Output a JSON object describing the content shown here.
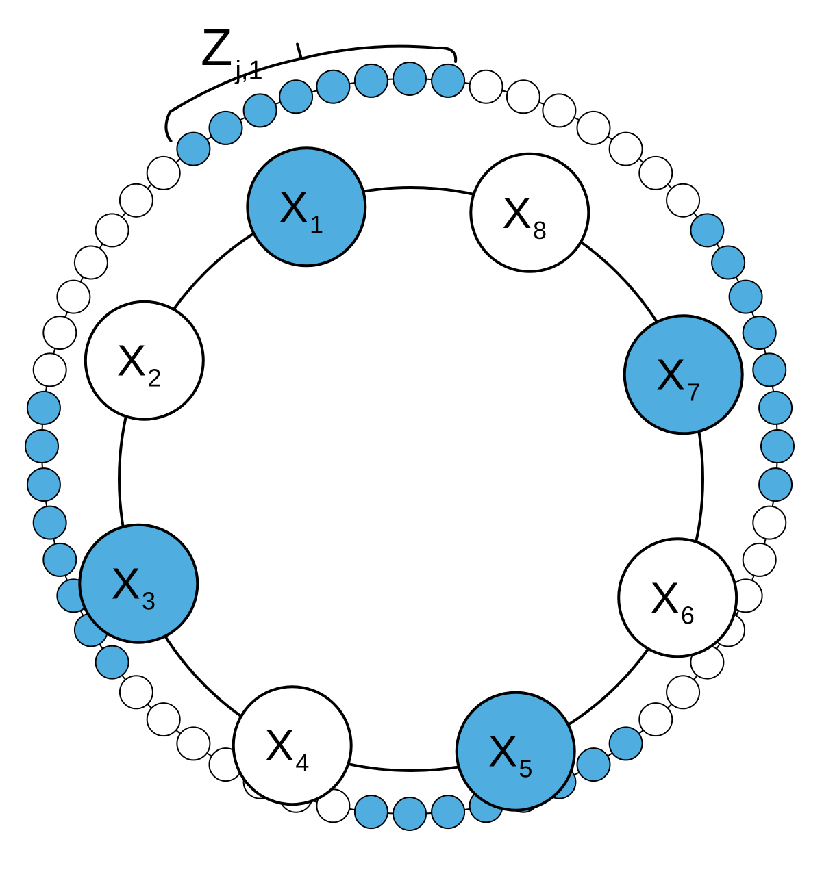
{
  "colors": {
    "filled": "#4FADE0",
    "empty": "#FFFFFF",
    "stroke": "#000000",
    "background": "#FFFFFF"
  },
  "brace": {
    "label_main": "Z",
    "label_sub": "j,1"
  },
  "inner_nodes": [
    {
      "main": "X",
      "sub": "1",
      "filled": true
    },
    {
      "main": "X",
      "sub": "2",
      "filled": false
    },
    {
      "main": "X",
      "sub": "3",
      "filled": true
    },
    {
      "main": "X",
      "sub": "4",
      "filled": false
    },
    {
      "main": "X",
      "sub": "5",
      "filled": true
    },
    {
      "main": "X",
      "sub": "6",
      "filled": false
    },
    {
      "main": "X",
      "sub": "7",
      "filled": true
    },
    {
      "main": "X",
      "sub": "8",
      "filled": false
    }
  ],
  "outer_beads": {
    "count": 60,
    "filled_indices": [
      0,
      1,
      2,
      3,
      4,
      5,
      6,
      7,
      15,
      16,
      17,
      18,
      19,
      20,
      21,
      22,
      30,
      31,
      32,
      33,
      34,
      35,
      36,
      37,
      45,
      46,
      47,
      48,
      49,
      50,
      51,
      52
    ]
  }
}
